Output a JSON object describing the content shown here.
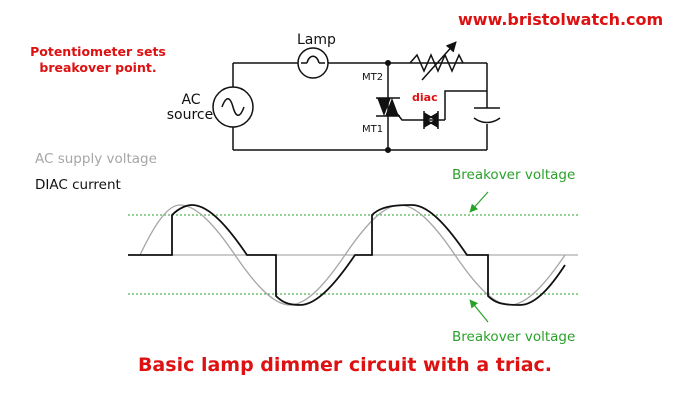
{
  "site_url": "www.bristolwatch.com",
  "pot_note": "Potentiometer sets breakover point.",
  "circuit": {
    "lamp_label": "Lamp",
    "ac_label_line1": "AC",
    "ac_label_line2": "source",
    "mt2_label": "MT2",
    "mt1_label": "MT1",
    "diac_label": "diac"
  },
  "legend": {
    "ac_supply": "AC supply voltage",
    "diac_current": "DIAC current"
  },
  "waveform": {
    "breakover_label_top": "Breakover voltage",
    "breakover_label_bottom": "Breakover voltage"
  },
  "colors": {
    "accent_red": "#dd1111",
    "breakover_green": "#2aa12a",
    "ac_grey": "#a6a6a6",
    "line_black": "#111111"
  },
  "caption": "Basic lamp dimmer circuit with a triac."
}
